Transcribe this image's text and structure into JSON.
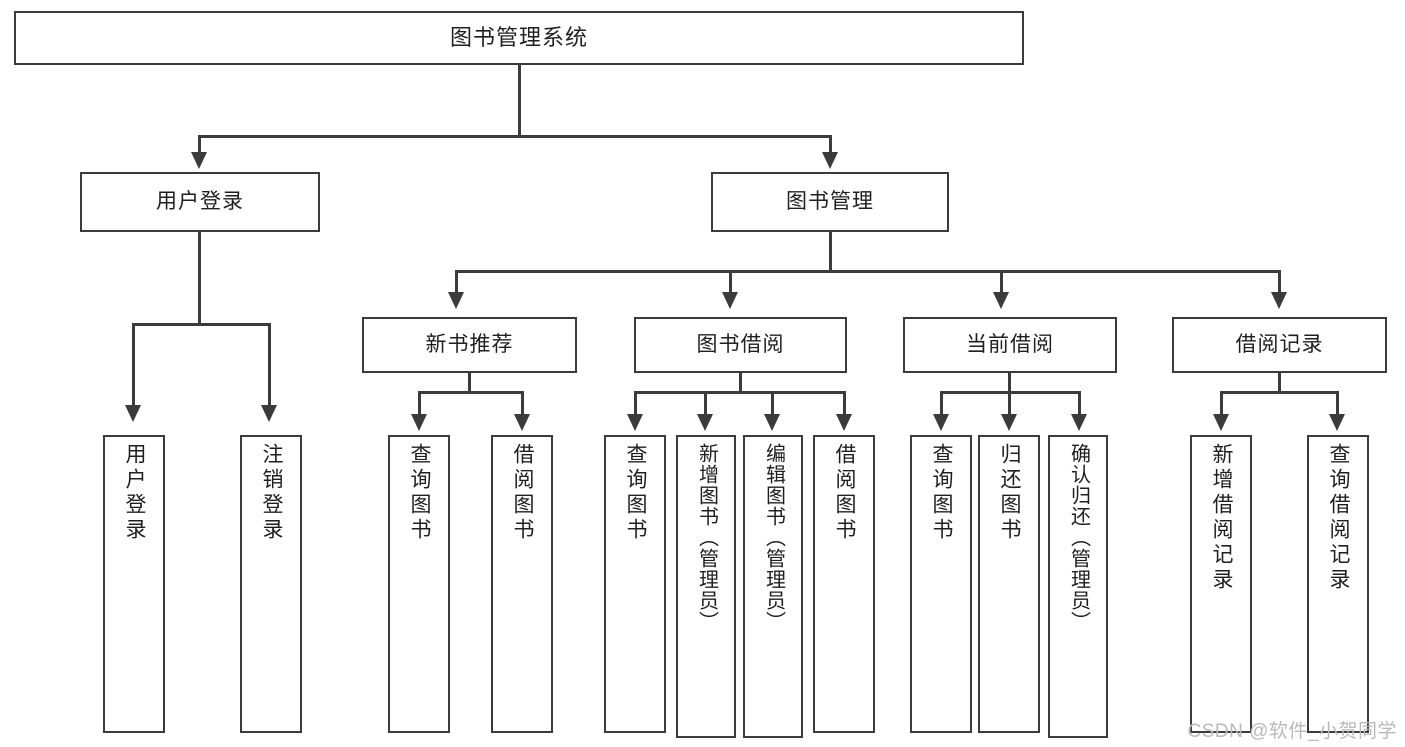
{
  "diagram": {
    "title": "图书管理系统",
    "watermark": "CSDN @软件_小贺同学",
    "accent_color": "#3b3b3b",
    "background_color": "#ffffff",
    "root": {
      "label": "图书管理系统"
    },
    "level2": [
      {
        "label": "用户登录"
      },
      {
        "label": "图书管理"
      }
    ],
    "level3": [
      {
        "label": "新书推荐"
      },
      {
        "label": "图书借阅"
      },
      {
        "label": "当前借阅"
      },
      {
        "label": "借阅记录"
      }
    ],
    "leaves": {
      "user_login": [
        {
          "label": "用户登录"
        },
        {
          "label": "注销登录"
        }
      ],
      "new_book_recommend": [
        {
          "label": "查询图书"
        },
        {
          "label": "借阅图书"
        }
      ],
      "book_borrow": [
        {
          "label": "查询图书"
        },
        {
          "label": "新增图书（管理员）"
        },
        {
          "label": "编辑图书（管理员）"
        },
        {
          "label": "借阅图书"
        }
      ],
      "current_borrow": [
        {
          "label": "查询图书"
        },
        {
          "label": "归还图书"
        },
        {
          "label": "确认归还（管理员）"
        }
      ],
      "borrow_record": [
        {
          "label": "新增借阅记录"
        },
        {
          "label": "查询借阅记录"
        }
      ]
    }
  }
}
